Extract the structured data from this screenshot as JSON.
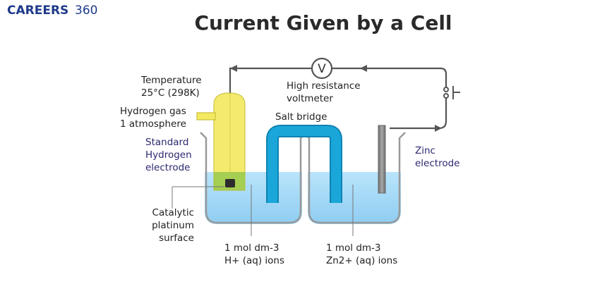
{
  "brand": {
    "name": "CAREERS",
    "suffix": "360"
  },
  "title": "Current Given by a Cell",
  "labels": {
    "temperature": [
      "Temperature",
      "25°C (298K)"
    ],
    "hydrogen_gas": [
      "Hydrogen gas",
      "1 atmosphere"
    ],
    "voltmeter_symbol": "V",
    "voltmeter": [
      "High resistance",
      "voltmeter"
    ],
    "salt_bridge": "Salt bridge",
    "she": [
      "Standard",
      "Hydrogen",
      "electrode"
    ],
    "zinc": [
      "Zinc",
      "electrode"
    ],
    "catalytic": [
      "Catalytic",
      "platinum",
      "surface"
    ],
    "h_ions": [
      "1 mol dm-3",
      "H+ (aq) ions"
    ],
    "zn_ions": [
      "1 mol dm-3",
      "Zn2+ (aq) ions"
    ]
  },
  "colors": {
    "brand": "#1e3a8a",
    "accent_label": "#2b2870",
    "solution": "#9fd6f5",
    "salt_bridge": "#1aa6d8",
    "hydrogen_electrode": "#f4ea62",
    "wire": "#555555"
  }
}
